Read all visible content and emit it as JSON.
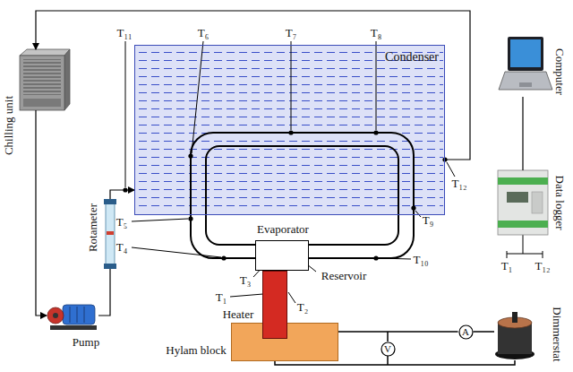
{
  "diagram": {
    "nodes": [
      {
        "text": [
          "Chilling unit"
        ]
      },
      {
        "text": [
          "Rotameter"
        ]
      },
      {
        "text": [
          "Pump"
        ]
      },
      {
        "text": [
          "Condenser"
        ]
      },
      {
        "text": [
          "Evaporator"
        ]
      },
      {
        "text": [
          "Heater"
        ]
      },
      {
        "text": [
          "Hylam block"
        ]
      },
      {
        "text": [
          "V"
        ]
      },
      {
        "text": [
          "A"
        ]
      },
      {
        "text": [
          "Dimmerstat"
        ]
      },
      {
        "text": [
          "Computer"
        ]
      },
      {
        "text": [
          "Data logger"
        ]
      }
    ],
    "edges": [
      {
        "from": 3,
        "to": 0,
        "arrow": "to"
      },
      {
        "from": 0,
        "to": 2,
        "arrow": "to"
      },
      {
        "from": 2,
        "to": 1,
        "arrow": "none"
      },
      {
        "from": 1,
        "to": 3,
        "arrow": "to"
      },
      {
        "from": 11,
        "to": 10,
        "arrow": "none"
      },
      {
        "from": 5,
        "to": 8,
        "arrow": "none"
      },
      {
        "from": 8,
        "to": 9,
        "arrow": "none"
      },
      {
        "from": 5,
        "to": 9,
        "arrow": "none"
      }
    ],
    "labels": [
      "T₁₁",
      "T₆",
      "T₇",
      "T₈",
      "T₁₂",
      "T₅",
      "T₉",
      "T₄",
      "T₁₀",
      "Reservoir",
      "T₃",
      "T₁",
      "T₂",
      "T₁",
      "T₁₂"
    ]
  }
}
